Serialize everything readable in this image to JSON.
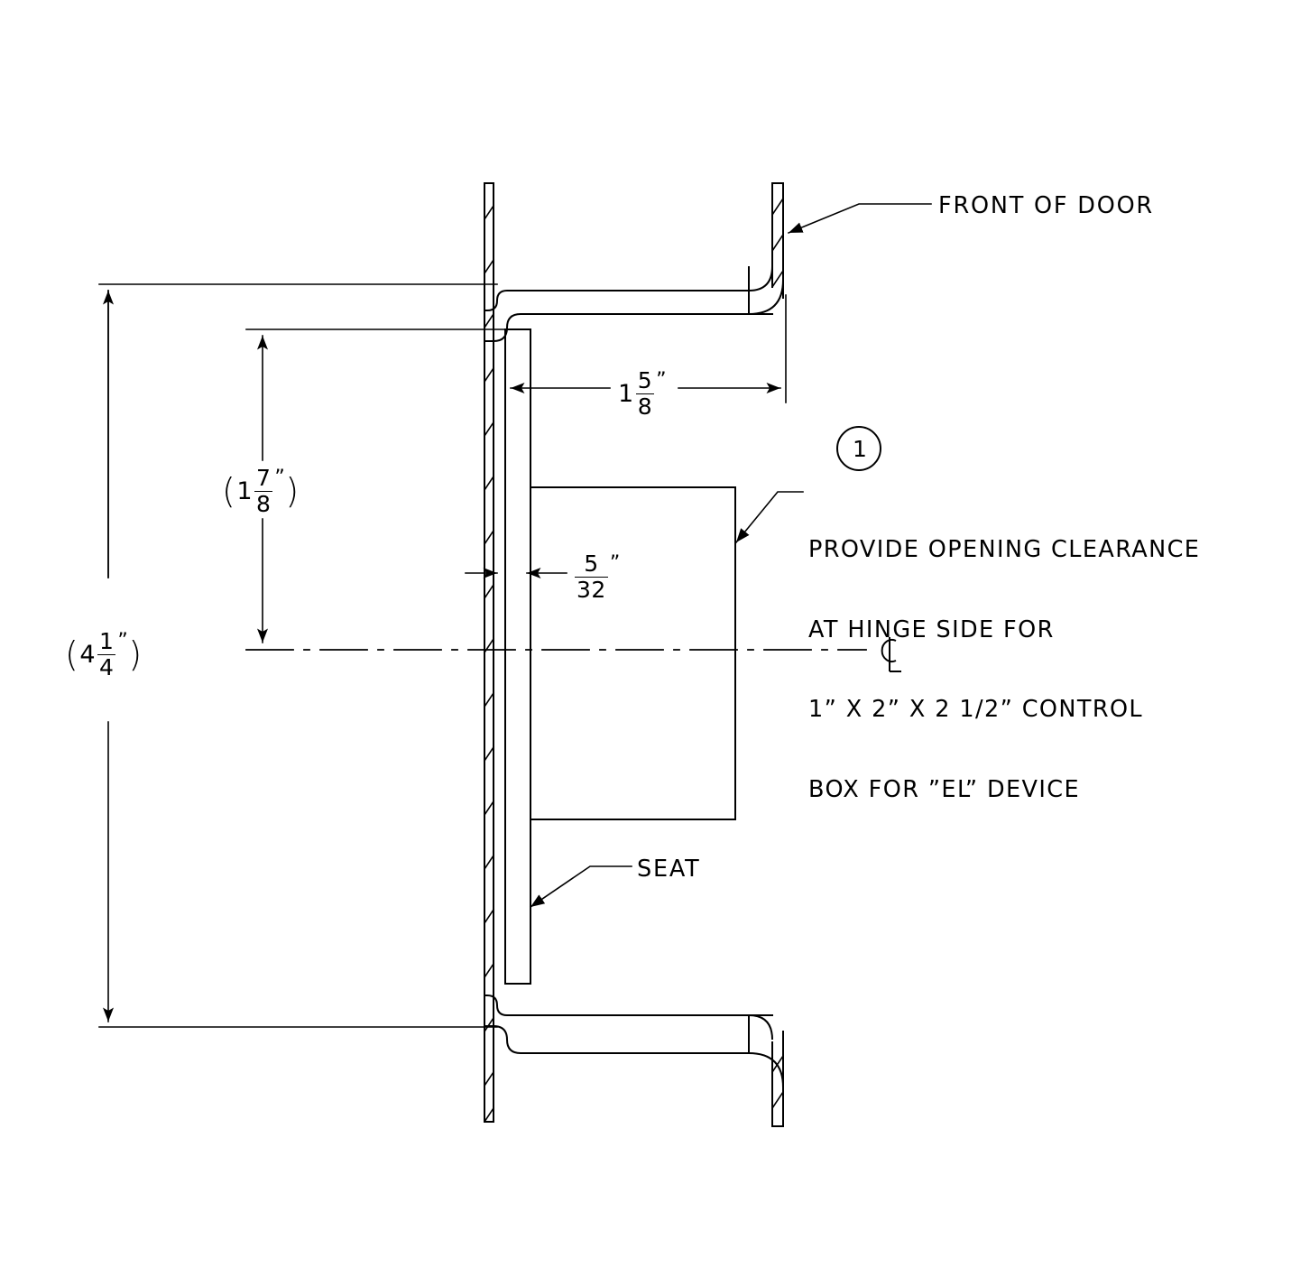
{
  "drawing": {
    "title": "Door frame jamb section detail",
    "line_color": "#000000",
    "background_color": "#ffffff"
  },
  "labels": {
    "front_of_door": "FRONT OF DOOR",
    "seat": "SEAT",
    "balloon_number": "1",
    "centerline_symbol": "CL"
  },
  "dimensions": {
    "width_1_5_8": {
      "whole": "1",
      "numerator": "5",
      "denominator": "8",
      "unit": "”",
      "text": "1 5/8”"
    },
    "height_1_7_8": {
      "open": "(",
      "whole": "1",
      "numerator": "7",
      "denominator": "8",
      "unit": "”",
      "close": ")",
      "text": "(1 7/8”)"
    },
    "height_4_1_4": {
      "open": "(",
      "whole": "4",
      "numerator": "1",
      "denominator": "4",
      "unit": "”",
      "close": ")",
      "text": "(4 1/4”)"
    },
    "gap_5_32": {
      "whole": "",
      "numerator": "5",
      "denominator": "32",
      "unit": "”",
      "text": "5/32”"
    }
  },
  "note": {
    "line1": "PROVIDE OPENING CLEARANCE",
    "line2": "AT HINGE SIDE FOR",
    "line3": "1” X 2” X 2 1/2” CONTROL",
    "line4": "BOX FOR ”EL” DEVICE"
  },
  "icons": {
    "leader_arrow": "arrow-icon",
    "dimension_arrow": "dimension-arrow-icon",
    "balloon": "balloon-callout-icon",
    "centerline": "centerline-icon"
  }
}
